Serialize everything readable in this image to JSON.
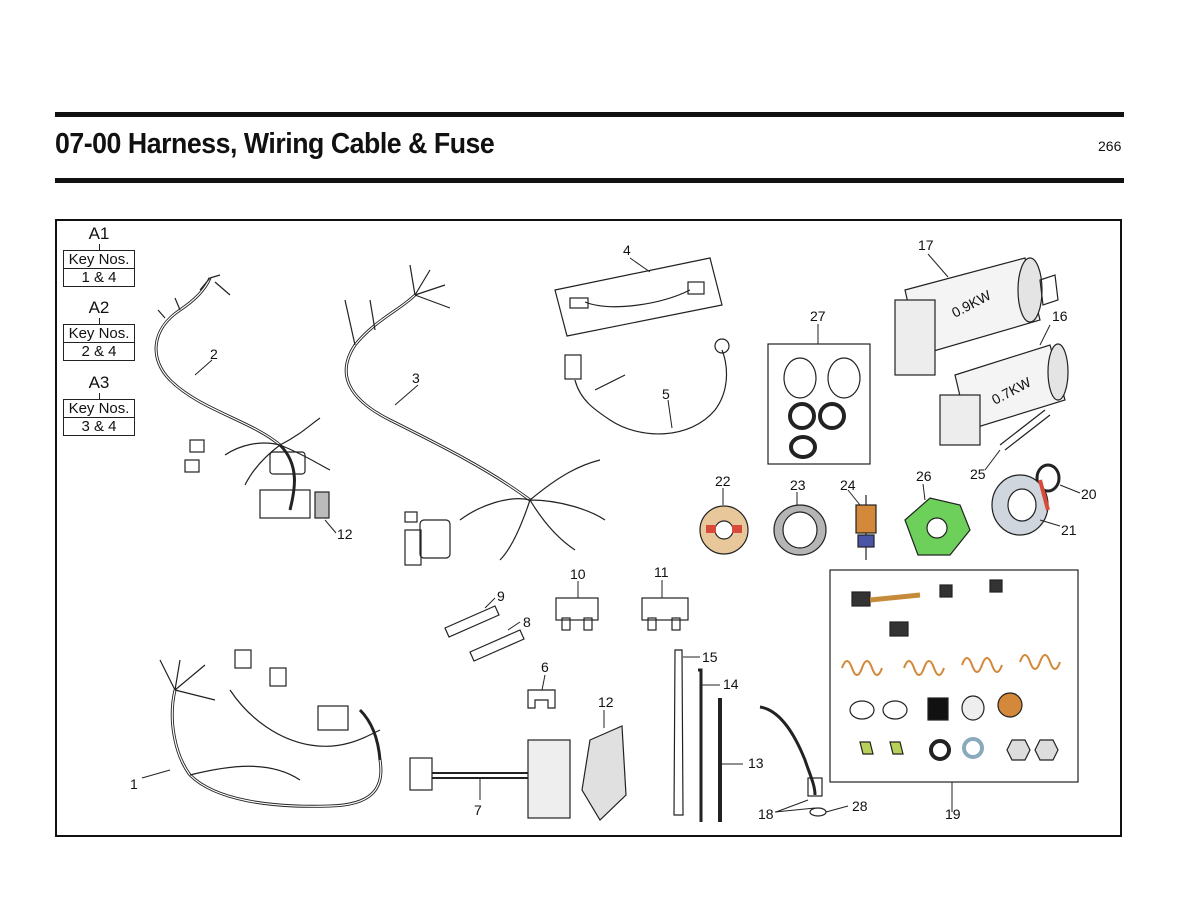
{
  "header": {
    "title": "07-00 Harness, Wiring Cable & Fuse",
    "page_number": "266"
  },
  "legend": [
    {
      "code": "A1",
      "key_label": "Key Nos.",
      "keys": "1 & 4"
    },
    {
      "code": "A2",
      "key_label": "Key Nos.",
      "keys": "2 & 4"
    },
    {
      "code": "A3",
      "key_label": "Key Nos.",
      "keys": "3 & 4"
    }
  ],
  "motor_labels": {
    "large": "0.9KW",
    "small": "0.7KW"
  },
  "callouts": {
    "c1": "1",
    "c2": "2",
    "c3": "3",
    "c4": "4",
    "c5": "5",
    "c6": "6",
    "c7": "7",
    "c8": "8",
    "c9": "9",
    "c10": "10",
    "c11": "11",
    "c12a": "12",
    "c12b": "12",
    "c13": "13",
    "c14": "14",
    "c15": "15",
    "c16": "16",
    "c17": "17",
    "c18": "18",
    "c19": "19",
    "c20": "20",
    "c21": "21",
    "c22": "22",
    "c23": "23",
    "c24": "24",
    "c25": "25",
    "c26": "26",
    "c27": "27",
    "c28": "28"
  },
  "colors": {
    "ink": "#111111",
    "copper": "#d4893a",
    "brush_green": "#6dd05a",
    "rotor_blue": "#4a55a8",
    "coupling": "#e8c79a",
    "seal_red": "#d84a3a"
  }
}
